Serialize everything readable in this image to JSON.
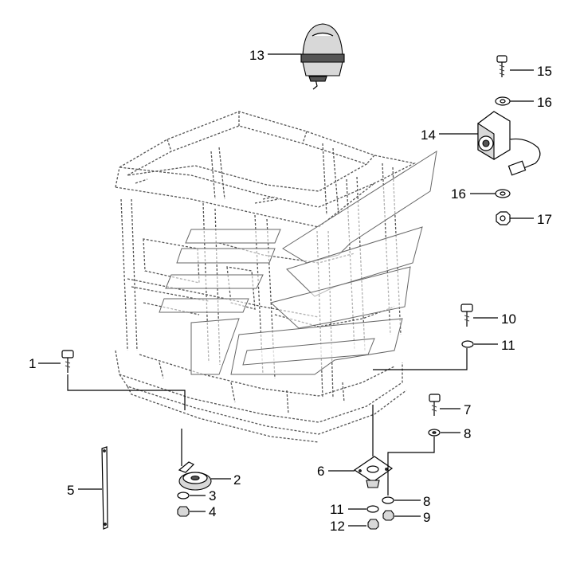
{
  "callouts": {
    "c1": "1",
    "c2": "2",
    "c3": "3",
    "c4": "4",
    "c5": "5",
    "c6": "6",
    "c7": "7",
    "c8a": "8",
    "c8b": "8",
    "c9": "9",
    "c10": "10",
    "c11a": "11",
    "c11b": "11",
    "c12": "12",
    "c13": "13",
    "c14": "14",
    "c15": "15",
    "c16a": "16",
    "c16b": "16",
    "c17": "17"
  }
}
